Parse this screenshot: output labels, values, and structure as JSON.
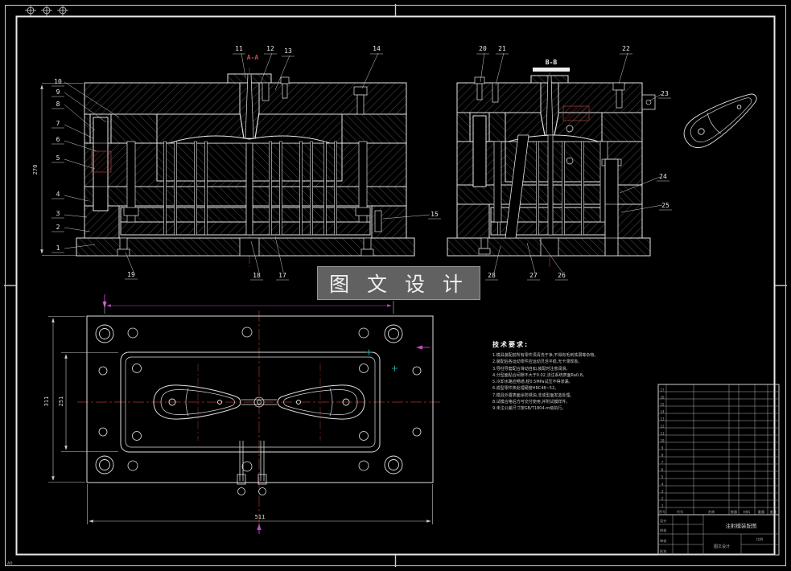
{
  "watermark": {
    "text": "图 文 设 计"
  },
  "frame": {
    "corner_label": "A0"
  },
  "section_a": {
    "label": "A-A",
    "dim_left": "270",
    "callouts": {
      "top": [
        "11",
        "12",
        "13",
        "14"
      ],
      "left": [
        "10",
        "9",
        "8",
        "7",
        "6",
        "5",
        "4",
        "3",
        "2",
        "1"
      ],
      "bottom": [
        "19",
        "18",
        "17"
      ],
      "right": [
        "15"
      ]
    }
  },
  "section_b": {
    "label": "B-B",
    "callouts": {
      "top": [
        "20",
        "21",
        "22"
      ],
      "right": [
        "23",
        "24",
        "25"
      ],
      "bottom": [
        "28",
        "27",
        "26"
      ]
    }
  },
  "plan_view": {
    "dim_width": "511",
    "dim_height_outer": "311",
    "dim_height_inner": "251"
  },
  "tech_req": {
    "title": "技术要求:",
    "lines": [
      "1.模具装配前所有零件须清洗干净,不得有毛刺铁屑等杂物。",
      "2.装配后各运动零件应运动灵活平稳,无卡滞现象。",
      "3.导柱导套配合滑动自如,装配时注意润滑。",
      "4.分型面贴合间隙不大于0.02,浇注系统表面Ra0.8。",
      "5.冷却水路应畅通,经0.5MPa试压不得渗漏。",
      "6.成型零件热处理硬度HRC48~52。",
      "7.模具外露表面涂防锈油,非成型面发蓝处理。",
      "8.试模合格后方可交付使用,并附试模样件。",
      "9.未注公差尺寸按GB/T1804-m级执行。"
    ]
  },
  "title_block": {
    "bom_rows": [
      "17",
      "16",
      "15",
      "14",
      "13",
      "12",
      "11",
      "10",
      "9",
      "8",
      "7",
      "6",
      "5",
      "4",
      "3",
      "2",
      "1"
    ],
    "bom_header": [
      "序号",
      "代号",
      "名称",
      "数量",
      "材料",
      "重量",
      "备注"
    ],
    "sign_rows": [
      "设计",
      "校核",
      "审核",
      "批准"
    ],
    "drawing_name": "注射模装配图",
    "company": "图文设计",
    "scale_label": "比例"
  }
}
